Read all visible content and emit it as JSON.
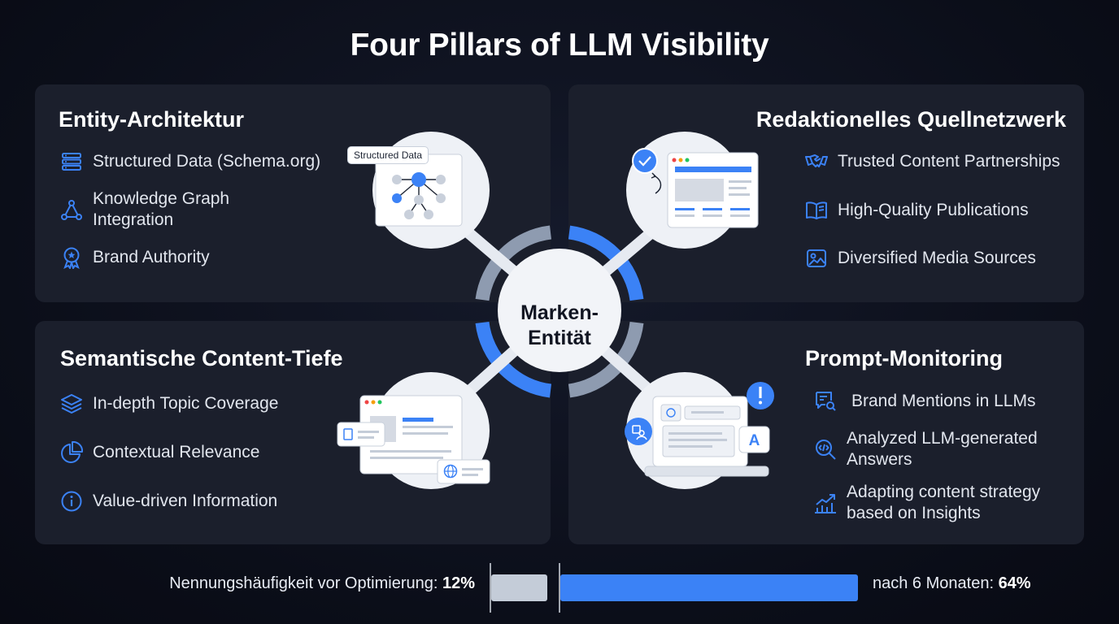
{
  "title": "Four Pillars of LLM Visibility",
  "center": {
    "line1": "Marken-",
    "line2": "Entität"
  },
  "pillars": [
    {
      "title": "Entity-Architektur",
      "items": [
        {
          "icon": "server-stack-icon",
          "lines": [
            "Structured Data (Schema.org)"
          ]
        },
        {
          "icon": "graph-nodes-icon",
          "lines": [
            "Knowledge Graph",
            "Integration"
          ]
        },
        {
          "icon": "award-badge-icon",
          "lines": [
            "Brand Authority"
          ]
        }
      ],
      "illustration_tag": "Structured Data"
    },
    {
      "title": "Redaktionelles Quellnetzwerk",
      "items": [
        {
          "icon": "handshake-icon",
          "lines": [
            "Trusted Content Partnerships"
          ]
        },
        {
          "icon": "open-book-icon",
          "lines": [
            "High-Quality Publications"
          ]
        },
        {
          "icon": "image-icon",
          "lines": [
            "Diversified Media Sources"
          ]
        }
      ]
    },
    {
      "title": "Semantische Content-Tiefe",
      "items": [
        {
          "icon": "layers-icon",
          "lines": [
            "In-depth Topic Coverage"
          ]
        },
        {
          "icon": "pie-chart-icon",
          "lines": [
            "Contextual Relevance"
          ]
        },
        {
          "icon": "info-icon",
          "lines": [
            "Value-driven Information"
          ]
        }
      ]
    },
    {
      "title": "Prompt-Monitoring",
      "items": [
        {
          "icon": "chat-search-icon",
          "lines": [
            "Brand Mentions in LLMs"
          ]
        },
        {
          "icon": "code-search-icon",
          "lines": [
            "Analyzed LLM-generated",
            "Answers"
          ]
        },
        {
          "icon": "trend-up-icon",
          "lines": [
            "Adapting content strategy",
            "based on Insights"
          ]
        }
      ]
    }
  ],
  "comparison": {
    "before_label": "Nennungshäufigkeit vor Optimierung:",
    "before_value": "12%",
    "before_fraction": 0.12,
    "after_label": "nach 6 Monaten:",
    "after_value": "64%",
    "after_fraction": 0.64
  },
  "colors": {
    "accent": "#3b82f6",
    "panel": "#1b1f2c",
    "background": "#0b0e19",
    "ring_gray": "#8e9bb0",
    "before_bar": "#c4ccd8"
  }
}
